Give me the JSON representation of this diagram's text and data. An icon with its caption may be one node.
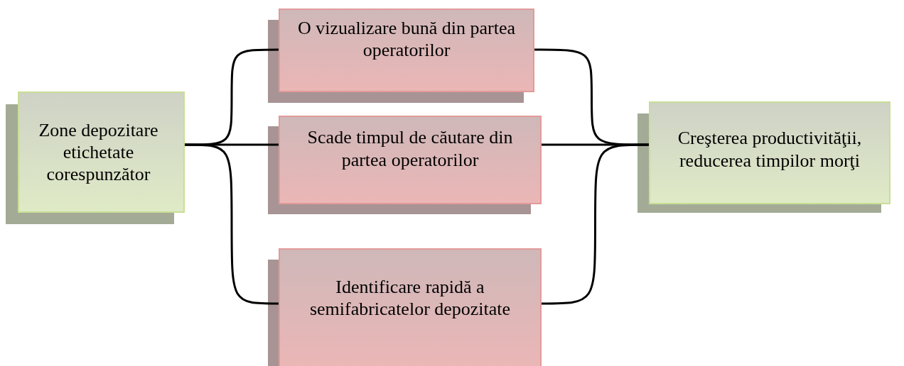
{
  "diagram": {
    "nodes": [
      {
        "text": [
          "Zone depozitare etichetate corespunzător"
        ]
      },
      {
        "text": [
          "O vizualizare bună din partea operatorilor"
        ]
      },
      {
        "text": [
          "Scade timpul de căutare din partea operatorilor"
        ]
      },
      {
        "text": [
          "Identificare rapidă a semifabricatelor depozitate"
        ]
      },
      {
        "text": [
          "Creşterea productivităţii, reducerea timpilor morţi"
        ]
      }
    ],
    "edges": [
      {
        "from": 0,
        "to": 1,
        "arrow": "none"
      },
      {
        "from": 0,
        "to": 2,
        "arrow": "none"
      },
      {
        "from": 0,
        "to": 3,
        "arrow": "none"
      },
      {
        "from": 1,
        "to": 4,
        "arrow": "none"
      },
      {
        "from": 2,
        "to": 4,
        "arrow": "none"
      },
      {
        "from": 3,
        "to": 4,
        "arrow": "none"
      }
    ]
  }
}
